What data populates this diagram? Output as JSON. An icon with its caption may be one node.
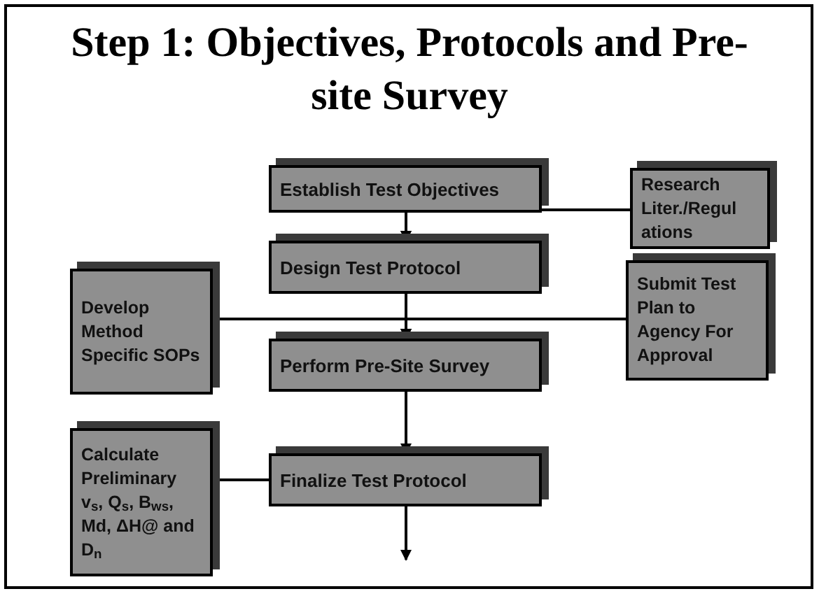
{
  "diagram": {
    "title": "Step 1:  Objectives, Protocols and Pre-site Survey",
    "nodes": [
      {
        "text": [
          "Establish Test Objectives"
        ]
      },
      {
        "text": [
          "Research Liter./Regul ations"
        ]
      },
      {
        "text": [
          "Design Test Protocol"
        ]
      },
      {
        "text": [
          "Develop Method Specific SOPs"
        ]
      },
      {
        "text": [
          "Submit Test Plan to Agency For Approval"
        ]
      },
      {
        "text": [
          "Perform Pre-Site Survey"
        ]
      },
      {
        "text": [
          "Calculate Preliminary v$_{s}$, Q$_{s}$, B$_{ws}$, Md, ΔH@ and D$_{n}$"
        ]
      },
      {
        "text": [
          "Finalize Test Protocol"
        ]
      }
    ],
    "edges": [
      {
        "from": 0,
        "to": 2,
        "arrow": "to"
      },
      {
        "from": 1,
        "to": 2,
        "arrow": "to"
      },
      {
        "from": 2,
        "to": 5,
        "arrow": "to"
      },
      {
        "from": 3,
        "to": 5,
        "arrow": "to"
      },
      {
        "from": 4,
        "to": 5,
        "arrow": "to"
      },
      {
        "from": 5,
        "to": 7,
        "arrow": "to"
      },
      {
        "from": 6,
        "to": 7,
        "arrow": "none"
      },
      {
        "from": 7,
        "to": null,
        "arrow": "to"
      }
    ]
  }
}
